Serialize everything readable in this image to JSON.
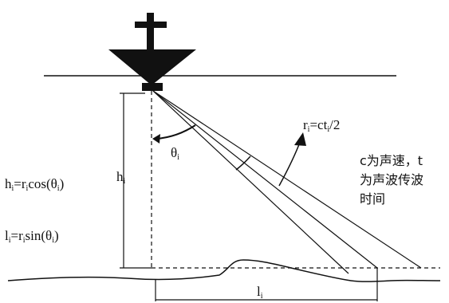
{
  "labels": {
    "range_eq": {
      "a": "r",
      "a_sub": "i",
      "b": "=ct",
      "b_sub": "i",
      "c": "/2"
    },
    "theta": {
      "a": "θ",
      "a_sub": "i"
    },
    "depth": {
      "a": "h",
      "a_sub": "i"
    },
    "depth_eq": {
      "a": "h",
      "a_sub": "i",
      "b": "=r",
      "b_sub": "i",
      "c": "cos(θ",
      "c_sub": "i",
      "d": ")"
    },
    "offset_eq": {
      "a": "l",
      "a_sub": "i",
      "b": "=r",
      "b_sub": "i",
      "c": "sin(θ",
      "c_sub": "i",
      "d": ")"
    },
    "offset": {
      "a": "l",
      "a_sub": "i"
    },
    "note_line1": "c为声速，t",
    "note_line2": "为声波传波",
    "note_line3": "时间"
  },
  "colors": {
    "ink": "#111111",
    "background": "#ffffff"
  },
  "icons": {
    "ship": "ship-hull-icon",
    "mast": "mast-cross-icon"
  }
}
